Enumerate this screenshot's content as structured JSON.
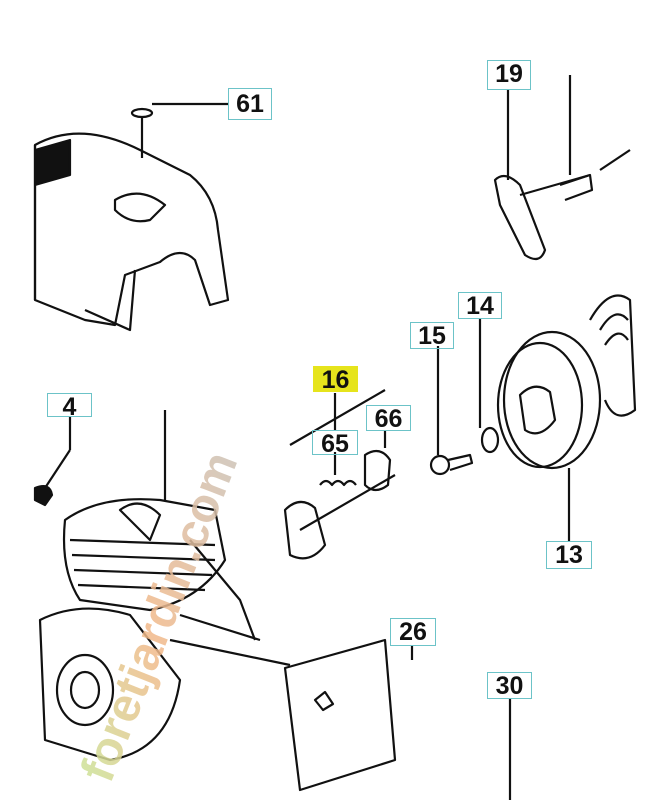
{
  "diagram": {
    "callouts": [
      {
        "id": "61",
        "label": "61",
        "highlighted": false
      },
      {
        "id": "19",
        "label": "19",
        "highlighted": false
      },
      {
        "id": "14",
        "label": "14",
        "highlighted": false
      },
      {
        "id": "15",
        "label": "15",
        "highlighted": false
      },
      {
        "id": "16",
        "label": "16",
        "highlighted": true
      },
      {
        "id": "66",
        "label": "66",
        "highlighted": false
      },
      {
        "id": "65",
        "label": "65",
        "highlighted": false
      },
      {
        "id": "4",
        "label": "4",
        "highlighted": false
      },
      {
        "id": "13",
        "label": "13",
        "highlighted": false
      },
      {
        "id": "26",
        "label": "26",
        "highlighted": false
      },
      {
        "id": "30",
        "label": "30",
        "highlighted": false
      }
    ],
    "highlight_color": "#e6e41c",
    "callout_border_color": "#6cc3c8"
  },
  "watermark": {
    "text": "foretjardin.com"
  }
}
